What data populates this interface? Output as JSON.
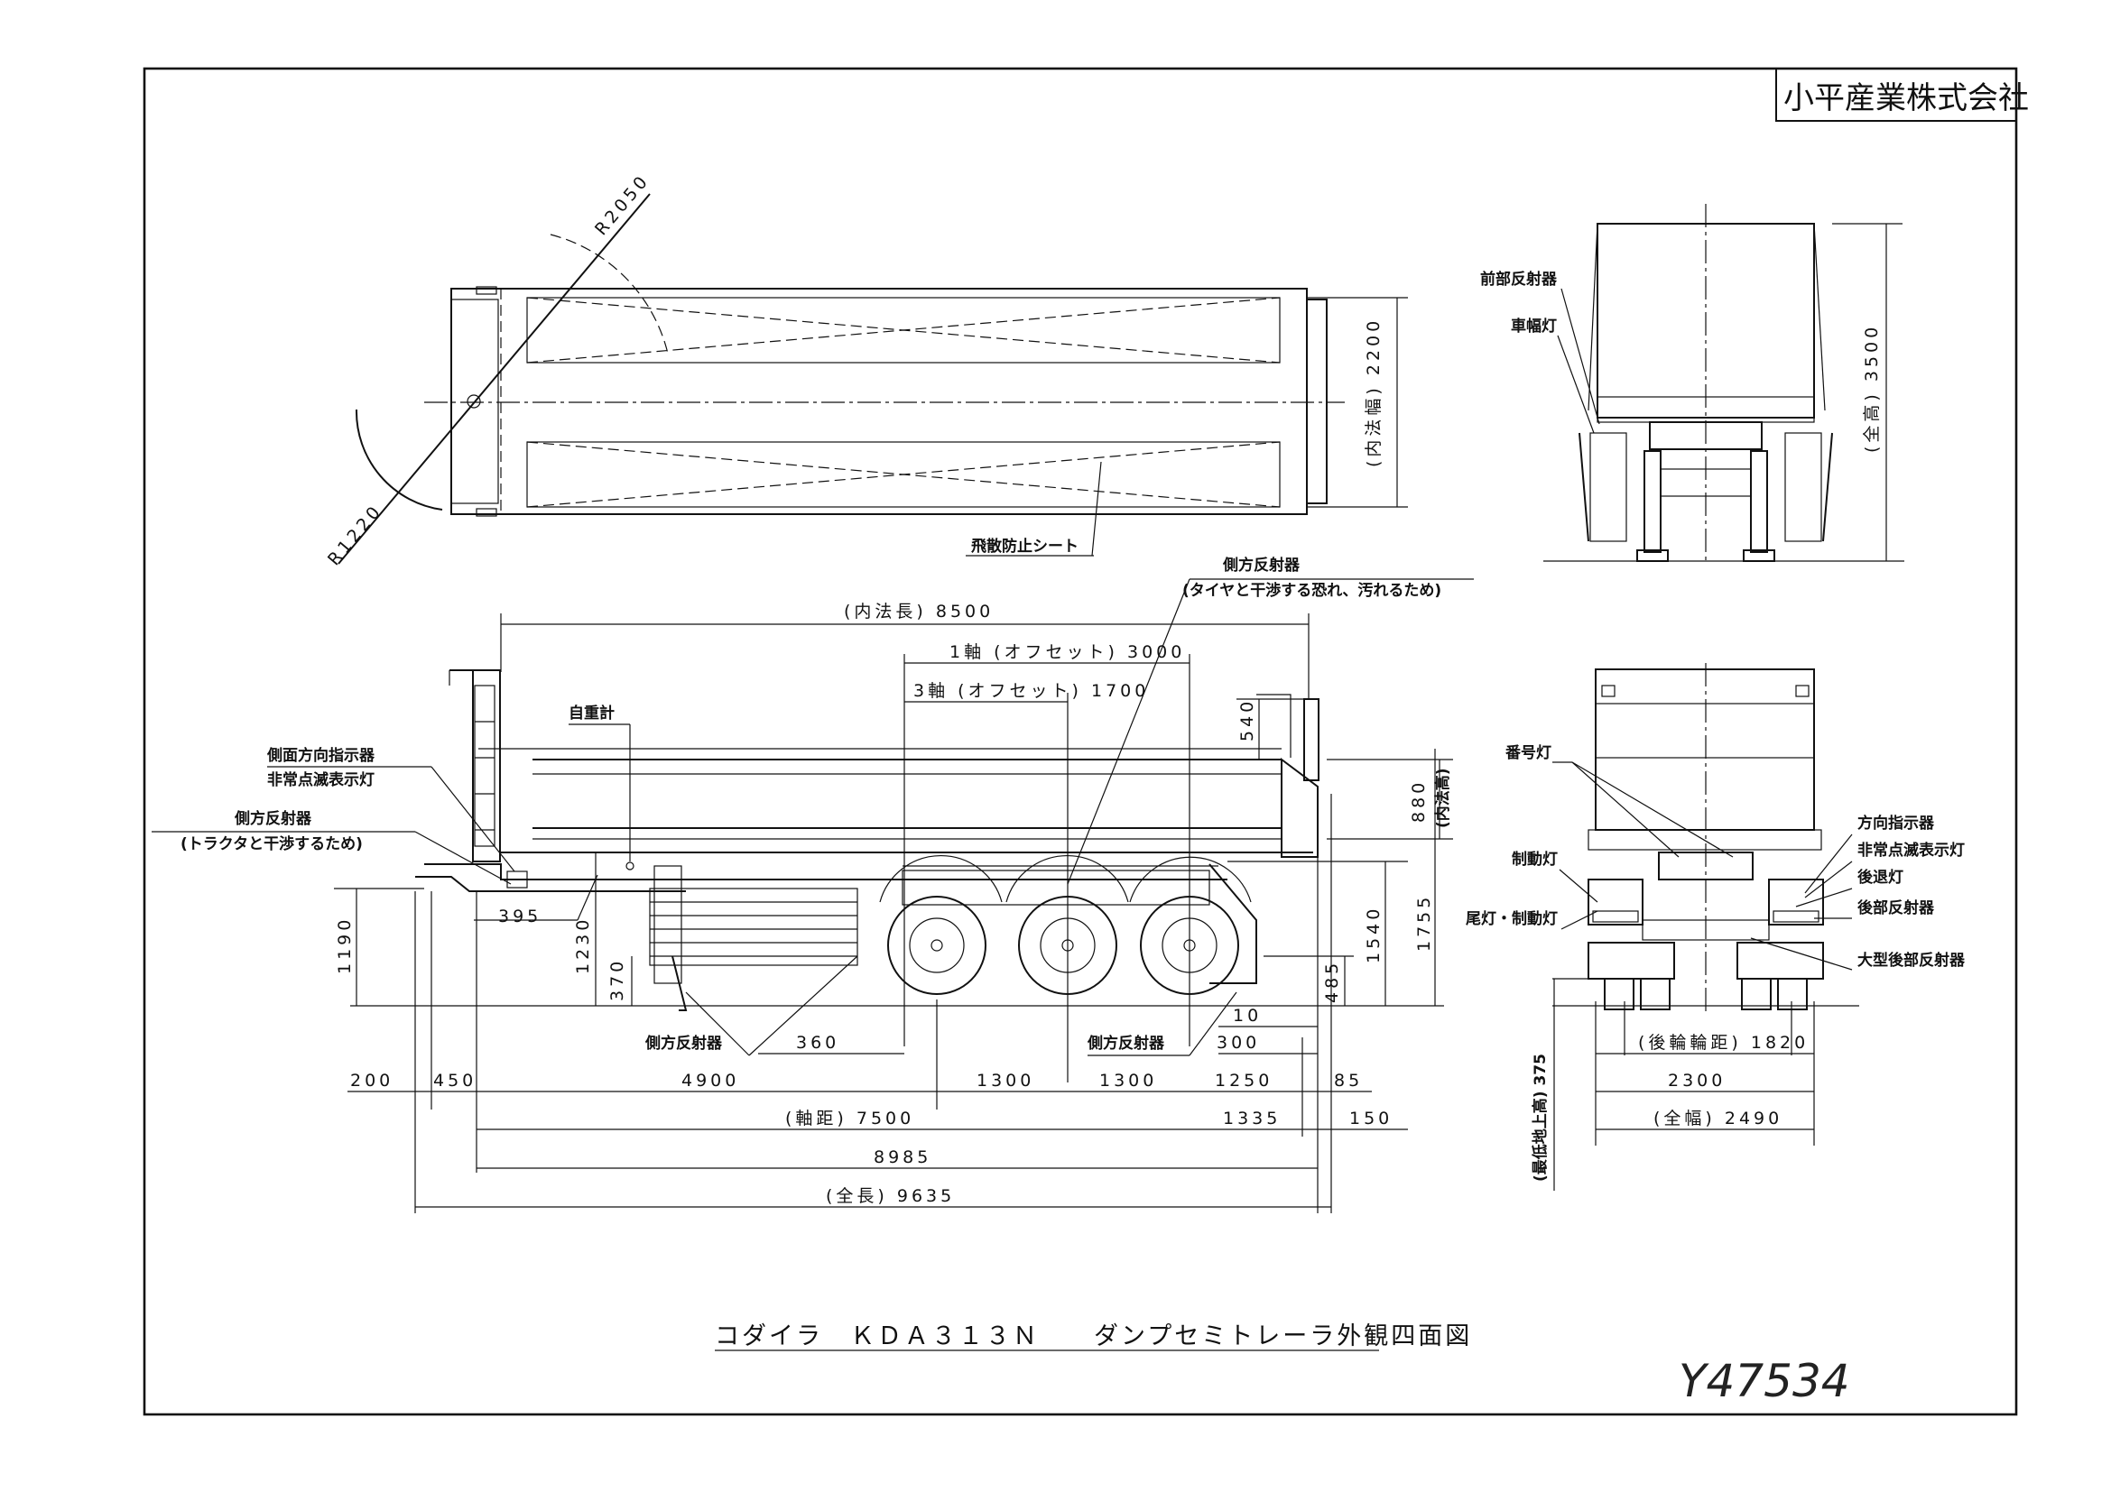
{
  "company": "小平産業株式会社",
  "title": "コダイラ　ＫＤＡ３１３Ｎ　　ダンプセミトレーラ外観四面図",
  "drawing_number": "Y47534",
  "top_view": {
    "radius_large": "R2050",
    "radius_small": "R1220",
    "inner_width": "(内法幅) 2200",
    "sheet_label": "飛散防止シート"
  },
  "side_view": {
    "inner_length": "(内法長) 8500",
    "axle1_offset": "1軸 (オフセット) 3000",
    "axle3_offset": "3軸 (オフセット) 1700",
    "reflector_note_1": "側方反射器",
    "reflector_note_2": "(タイヤと干渉する恐れ、汚れるため)",
    "self_weigher": "自重計",
    "side_turn_signal": "側面方向指示器",
    "emergency_light": "非常点滅表示灯",
    "side_reflector_tractor_1": "側方反射器",
    "side_reflector_tractor_2": "(トラクタと干渉するため)",
    "side_reflector_bottom_left": "側方反射器",
    "side_reflector_bottom_right": "側方反射器",
    "dims": {
      "d540": "540",
      "d880": "880",
      "d880_note": "(内法高)",
      "d1190": "1190",
      "d1230": "1230",
      "d370": "370",
      "d395": "395",
      "d1540": "1540",
      "d1755": "1755",
      "d485": "485",
      "d10": "10",
      "d360": "360",
      "d300": "300",
      "d200": "200",
      "d450": "450",
      "d4900": "4900",
      "d1300a": "1300",
      "d1300b": "1300",
      "d1250": "1250",
      "d85": "85",
      "wheelbase": "(軸距) 7500",
      "d1335": "1335",
      "d150": "150",
      "d8985": "8985",
      "overall_length": "(全長) 9635"
    }
  },
  "front_view": {
    "front_reflector": "前部反射器",
    "width_lamp": "車幅灯",
    "overall_height": "(全高) 3500"
  },
  "rear_view": {
    "plate_lamp": "番号灯",
    "turn_signal": "方向指示器",
    "emergency_light": "非常点滅表示灯",
    "reverse_lamp": "後退灯",
    "rear_reflector": "後部反射器",
    "brake_lamp": "制動灯",
    "tail_brake_lamp": "尾灯・制動灯",
    "large_rear_reflector": "大型後部反射器",
    "ground_clearance": "(最低地上高) 375",
    "rear_track": "(後輪輪距) 1820",
    "d2300": "2300",
    "overall_width": "(全幅) 2490"
  }
}
